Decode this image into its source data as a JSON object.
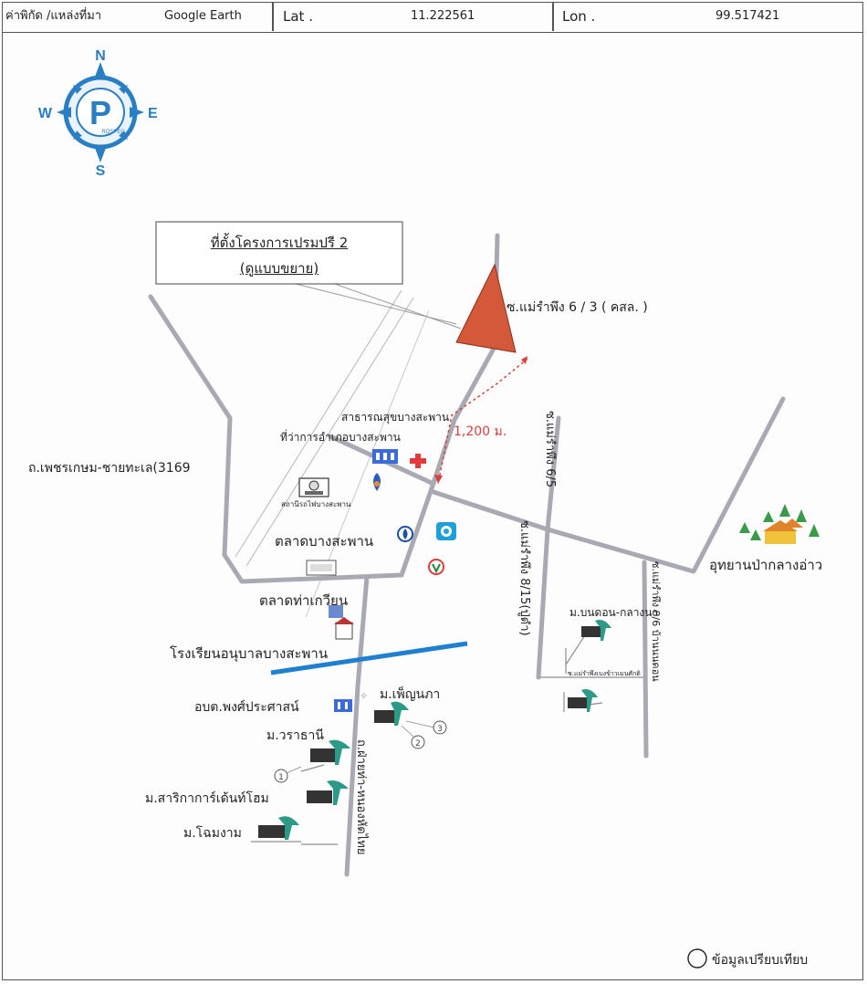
{
  "header": {
    "coord_label": "ค่าพิกัด /แหล่งที่มา",
    "source": "Google Earth",
    "lat_label": "Lat .",
    "lat_value": "11.222561",
    "lon_label": "Lon .",
    "lon_value": "99.517421"
  },
  "compass": {
    "n": "N",
    "s": "S",
    "e": "E",
    "w": "W",
    "logo_letter": "P",
    "logo_text": "ROSPEC"
  },
  "project_box": {
    "line1": "ที่ตั้งโครงการเปรมปรี 2",
    "line2": "(ดูแบบขยาย)"
  },
  "labels": {
    "soi_main": "ซ.แม่รำพึง 6 / 3 ( คสล. )",
    "health": "สาธารณสุขบางสะพาน",
    "district_office": "ที่ว่าการอำเภอบางสะพาน",
    "distance": "1,200 ม.",
    "highway": "ถ.เพชรเกษม-ชายทะเล(3169",
    "station": "สถานีรถไฟบางสะพาน",
    "market_bs": "ตลาดบางสะพาน",
    "market_tk": "ตลาดท่าเกวียน",
    "school": "โรงเรียนอนุบาลบางสะพาน",
    "obt": "อบต.พงศ์ประศาสน์",
    "m_phiyn": "ม.เพ็ญนภา",
    "m_wara": "ม.วราธานี",
    "m_sarika": "ม.สาริกาการ์เด้นท์โฮม",
    "m_chom": "ม.โฉมงาม",
    "road_thaiphong": "ถ.ฝ่ายท่า-หนองหัดไทย",
    "soi_65": "ซ.แม่รำพึง 6/5",
    "soi_815": "ซ.แม่รำพึง 8/15(ปู่ดำ)",
    "soi_86": "ซ.แม่รำพึง 8/6 บ้านนนดอน",
    "m_bondon": "ม.บนดอน-กลางนา",
    "soi_small": "ซ.แม่รำพึงเบงข้าวเมนศักดิ",
    "park": "อุทยานป่ากลางอ่าว",
    "legend": "ข้อมูลเปรียบเทียบ",
    "n1": "1",
    "n2": "2",
    "n3": "3"
  },
  "colors": {
    "road": "#a9a9b3",
    "site": "#d4593a",
    "compass": "#2a7fc4",
    "school_line": "#1f7fd0",
    "arrow": "#d94040"
  }
}
